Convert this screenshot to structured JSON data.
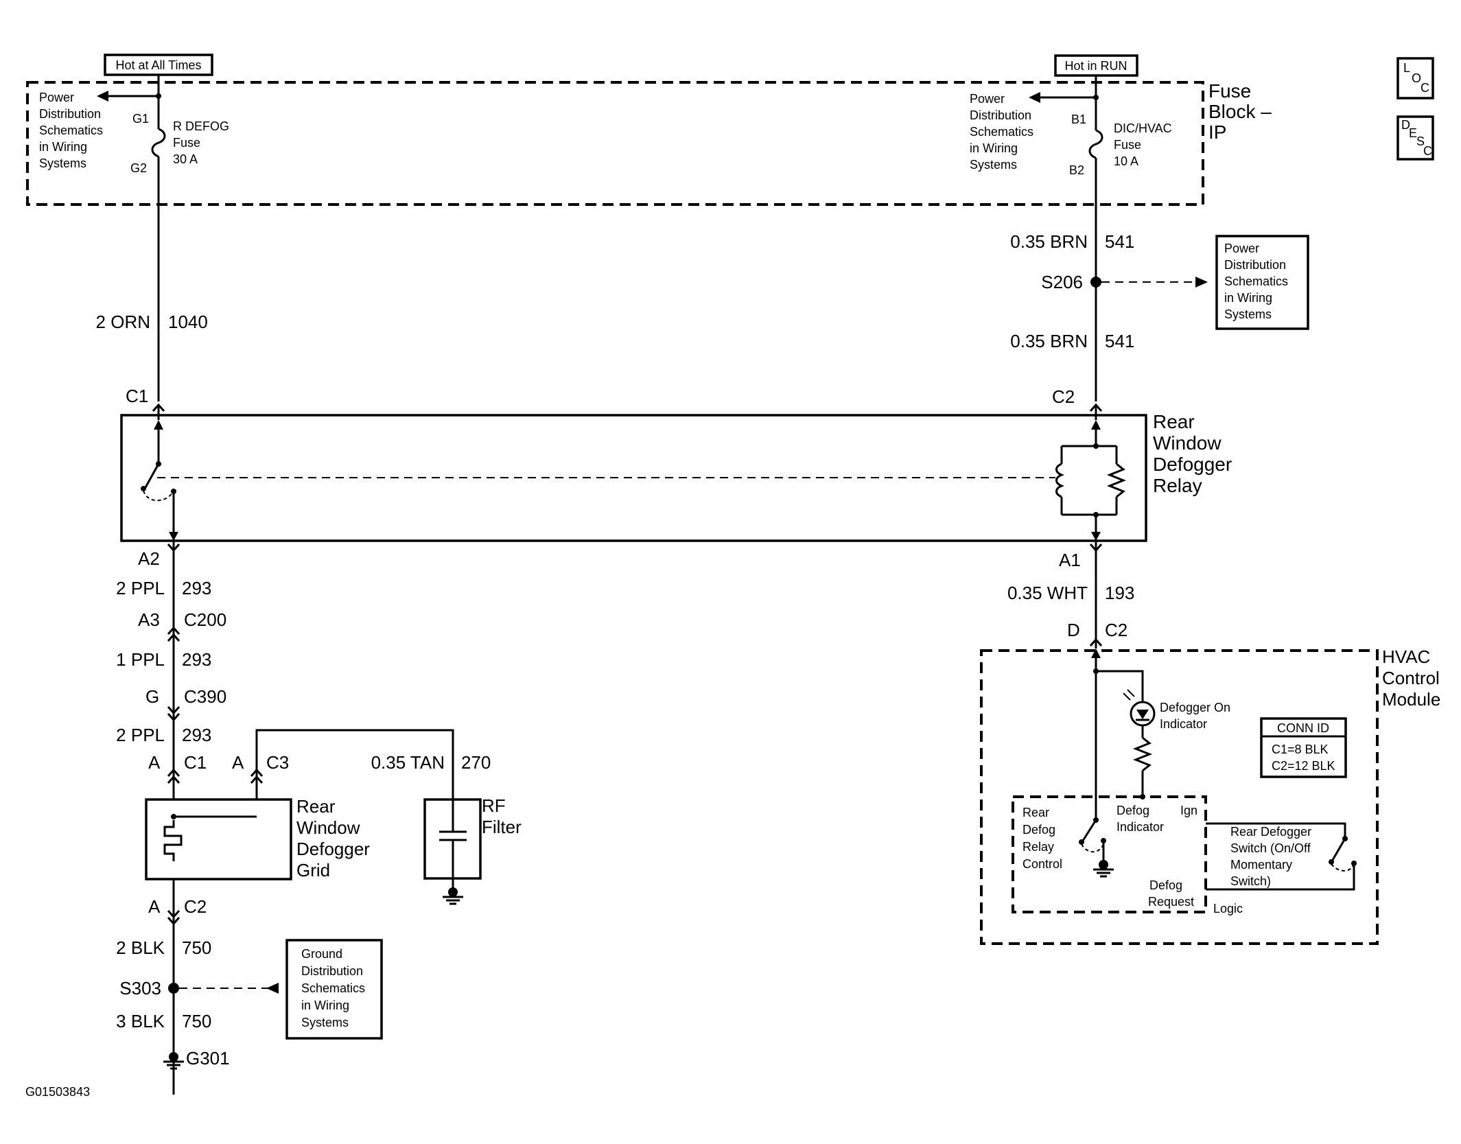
{
  "power": {
    "left_source": "Hot at All Times",
    "right_source": "Hot in RUN"
  },
  "fuse_block": {
    "title": [
      "Fuse",
      "Block –",
      "IP"
    ],
    "pd_note_lines": [
      "Power",
      "Distribution",
      "Schematics",
      "in Wiring",
      "Systems"
    ],
    "left_fuse": {
      "top_pin": "G1",
      "bottom_pin": "G2",
      "lines": [
        "R DEFOG",
        "Fuse",
        "30 A"
      ]
    },
    "right_fuse": {
      "top_pin": "B1",
      "bottom_pin": "B2",
      "lines": [
        "DIC/HVAC",
        "Fuse",
        "10 A"
      ]
    }
  },
  "icons": {
    "loc": [
      "L",
      "O",
      "C"
    ],
    "desc": [
      "D",
      "E",
      "S",
      "C"
    ]
  },
  "wires": {
    "w1040": {
      "size_color": "2 ORN",
      "circuit": "1040"
    },
    "w541_upper": {
      "size_color": "0.35 BRN",
      "circuit": "541"
    },
    "w541_lower": {
      "size_color": "0.35 BRN",
      "circuit": "541"
    },
    "w293_a": {
      "size_color": "2 PPL",
      "circuit": "293"
    },
    "w293_b": {
      "size_color": "1 PPL",
      "circuit": "293"
    },
    "w293_c": {
      "size_color": "2 PPL",
      "circuit": "293"
    },
    "w193": {
      "size_color": "0.35 WHT",
      "circuit": "193"
    },
    "w270": {
      "size_color": "0.35 TAN",
      "circuit": "270"
    },
    "w750_a": {
      "size_color": "2 BLK",
      "circuit": "750"
    },
    "w750_b": {
      "size_color": "3 BLK",
      "circuit": "750"
    }
  },
  "splices": {
    "s206": "S206",
    "s303": "S303"
  },
  "ground": "G301",
  "ref_box_power": [
    "Power",
    "Distribution",
    "Schematics",
    "in Wiring",
    "Systems"
  ],
  "ref_box_ground": [
    "Ground",
    "Distribution",
    "Schematics",
    "in Wiring",
    "Systems"
  ],
  "relay": {
    "title": [
      "Rear",
      "Window",
      "Defogger",
      "Relay"
    ],
    "c1": "C1",
    "c2": "C2",
    "a2": "A2",
    "a1": "A1"
  },
  "connectors": {
    "a3": "A3",
    "c200": "C200",
    "g": "G",
    "c390": "C390",
    "grid_a1": "A",
    "grid_c1": "C1",
    "grid_a3": "A",
    "grid_c3": "C3",
    "grid_a2": "A",
    "grid_c2": "C2",
    "hvac_d": "D",
    "hvac_c2": "C2"
  },
  "grid": {
    "title": [
      "Rear",
      "Window",
      "Defogger",
      "Grid"
    ]
  },
  "rf_filter": {
    "title": [
      "RF",
      "Filter"
    ]
  },
  "hvac": {
    "title": [
      "HVAC",
      "Control",
      "Module"
    ],
    "indicator": [
      "Defogger On",
      "Indicator"
    ],
    "relay_control": [
      "Rear",
      "Defog",
      "Relay",
      "Control"
    ],
    "defog_indicator": [
      "Defog",
      "Indicator"
    ],
    "ign": "Ign",
    "defog_request": [
      "Defog",
      "Request"
    ],
    "logic": "Logic",
    "switch": [
      "Rear Defogger",
      "Switch (On/Off",
      "Momentary",
      "Switch)"
    ],
    "conn_id": {
      "title": "CONN ID",
      "rows": [
        "C1=8 BLK",
        "C2=12 BLK"
      ]
    }
  },
  "figure_id": "G01503843"
}
